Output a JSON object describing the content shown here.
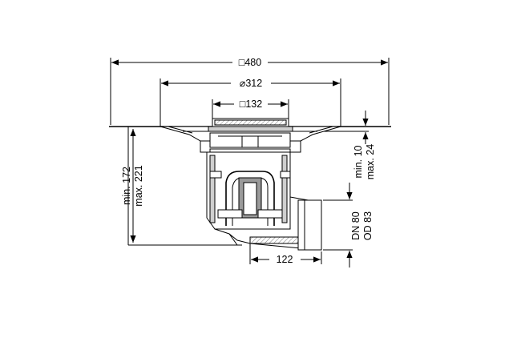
{
  "dimensions": {
    "overall_width": "□480",
    "flange_diameter": "⌀312",
    "grate_size": "□132",
    "height_min": "min. 172",
    "height_max": "max. 221",
    "adjust_min": "min. 10",
    "adjust_max": "max. 24",
    "pipe_dn": "DN 80",
    "pipe_od": "OD 83",
    "outlet_offset": "122"
  }
}
